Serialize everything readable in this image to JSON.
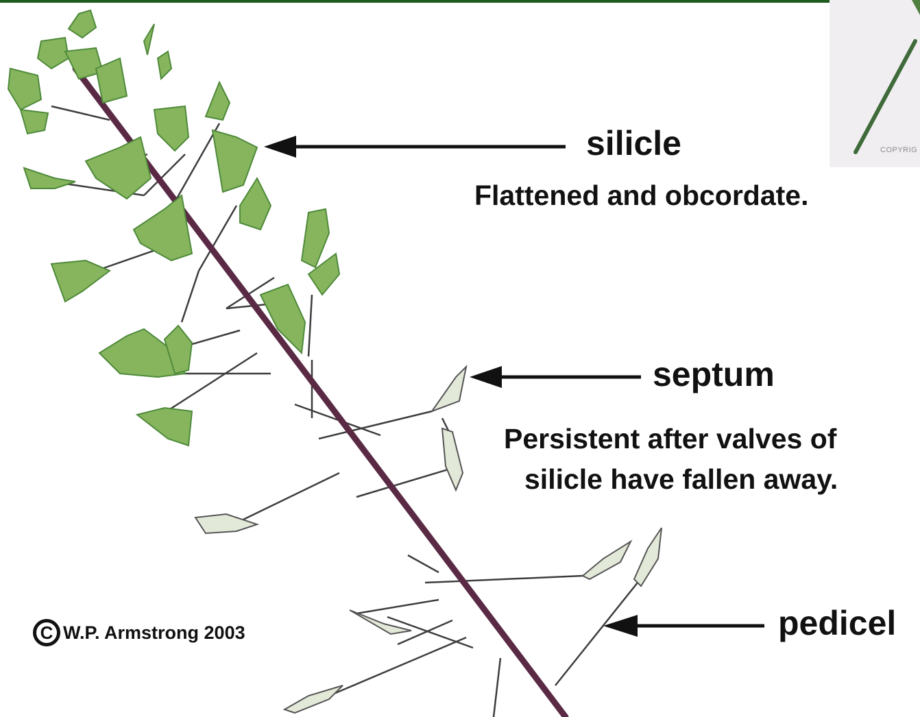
{
  "labels": {
    "silicle": "silicle",
    "silicle_desc": "Flattened and obcordate.",
    "septum": "septum",
    "septum_desc_line1": "Persistent after valves of",
    "septum_desc_line2": "silicle have fallen away.",
    "pedicel": "pedicel"
  },
  "credit": {
    "symbol": "C",
    "text": "W.P. Armstrong 2003"
  },
  "inset": {
    "copyright_text": "COPYRIG"
  },
  "colors": {
    "stem": "#5a2a45",
    "leaf": "#7fae57",
    "leaf_dark": "#4f8a3a",
    "septum": "#dfe6d6",
    "arrow": "#111111",
    "top_bar": "#1f5a1f"
  },
  "icons": [
    "arrow-left-icon",
    "copyright-icon"
  ]
}
